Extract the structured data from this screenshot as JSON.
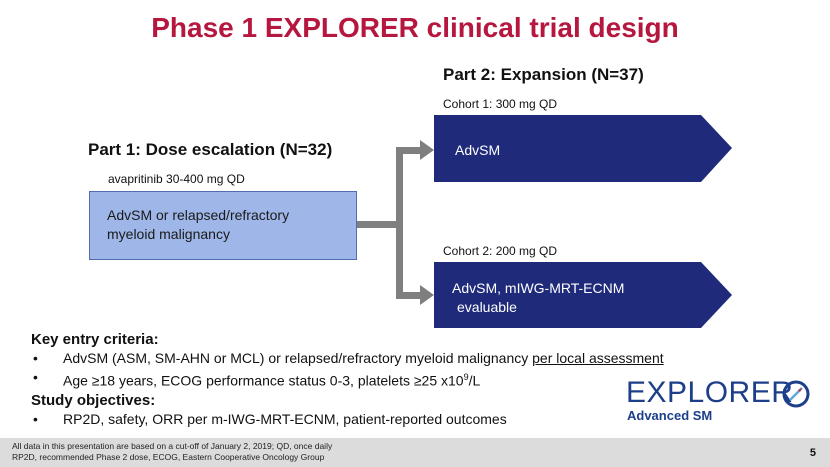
{
  "title": "Phase 1 EXPLORER clinical trial design",
  "part2": {
    "heading": "Part 2: Expansion (N=37)",
    "cohort1": {
      "label": "Cohort 1: 300 mg QD",
      "box_text": "AdvSM"
    },
    "cohort2": {
      "label": "Cohort 2: 200 mg QD",
      "box_text_line1": "AdvSM, mIWG-MRT-ECNM",
      "box_text_line2": "evaluable"
    }
  },
  "part1": {
    "heading": "Part 1: Dose escalation (N=32)",
    "dose": "avapritinib 30-400 mg QD",
    "box_line1": "AdvSM or relapsed/refractory",
    "box_line2": "myeloid malignancy"
  },
  "criteria": {
    "heading": "Key entry criteria:",
    "items": [
      {
        "text": "AdvSM (ASM, SM-AHN or MCL) or relapsed/refractory myeloid malignancy ",
        "underlined": "per local assessment"
      },
      {
        "text": "Age ≥18 years, ECOG performance status 0-3, platelets ≥25 x10",
        "sup": "9",
        "suffix": "/L"
      }
    ],
    "objectives_heading": "Study objectives:",
    "objectives": [
      {
        "text": "RP2D, safety, ORR per m-IWG-MRT-ECNM, patient-reported outcomes"
      }
    ],
    "bullet": "•"
  },
  "logo": {
    "word": "EXPLORER",
    "sub": "Advanced SM",
    "icon": "compass-icon"
  },
  "footer": {
    "line1": "All data in this presentation are based on a cut-off of January 2, 2019; QD, once daily",
    "line2": "RP2D, recommended Phase 2 dose, ECOG, Eastern Cooperative Oncology Group",
    "page": "5"
  },
  "colors": {
    "title": "#b5173e",
    "arrow_fill": "#1f2b7a",
    "part1_box": "#9eb6e8",
    "connector": "#7f7f7f",
    "logo": "#1d3f8a",
    "footer_bg": "#dcdcdc"
  }
}
